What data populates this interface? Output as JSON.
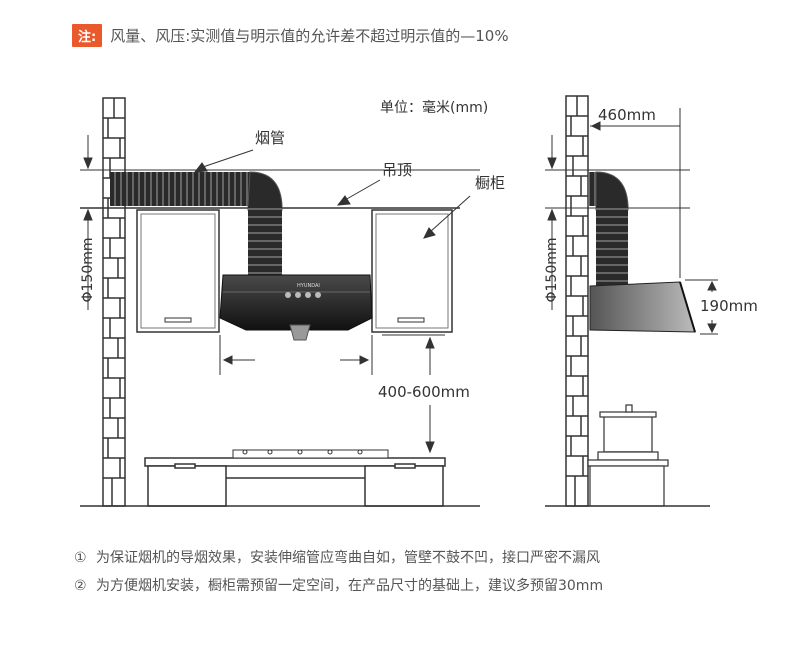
{
  "note": {
    "badge": "注:",
    "text": "风量、风压:实测值与明示值的允许差不超过明示值的—10%"
  },
  "labels": {
    "unit": "单位：毫米(mm)",
    "duct": "烟管",
    "ceiling": "吊顶",
    "cabinet": "橱柜",
    "duct_size_left": "Φ150mm",
    "duct_size_right": "Φ150mm",
    "gap": "400-600mm",
    "depth": "460mm",
    "height": "190mm",
    "brand": "HYUNDAI"
  },
  "footnotes": [
    {
      "num": "①",
      "text": "为保证烟机的导烟效果，安装伸缩管应弯曲自如，管壁不鼓不凹，接口严密不漏风"
    },
    {
      "num": "②",
      "text": "为方便烟机安装，橱柜需预留一定空间，在产品尺寸的基础上，建议多预留30mm"
    }
  ],
  "colors": {
    "badge": "#e9592c",
    "line": "#333333",
    "hood": "#222222",
    "duct": "#2a2a2a"
  }
}
